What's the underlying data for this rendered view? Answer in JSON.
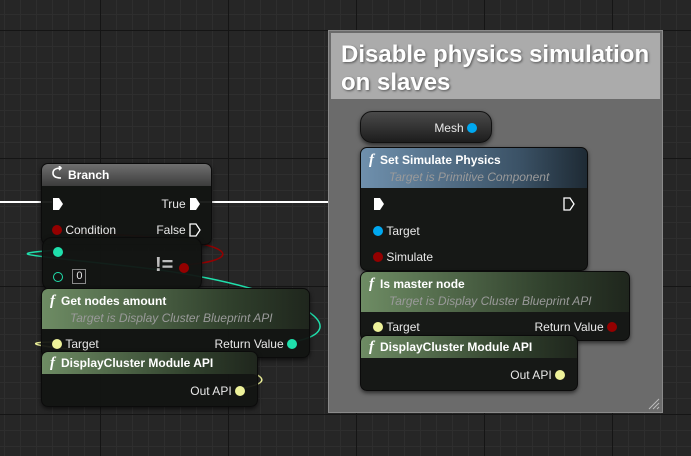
{
  "comment": {
    "title": "Disable physics simulation on slaves"
  },
  "nodes": {
    "branch": {
      "title": "Branch",
      "true_label": "True",
      "condition_label": "Condition",
      "false_label": "False"
    },
    "not_equal": {
      "value": "0",
      "operator": "!="
    },
    "get_nodes_amount": {
      "title": "Get nodes amount",
      "subtitle": "Target is Display Cluster Blueprint API",
      "target_label": "Target",
      "return_label": "Return Value"
    },
    "module_api_left": {
      "title": "DisplayCluster Module API",
      "out_label": "Out API"
    },
    "mesh": {
      "label": "Mesh"
    },
    "set_simulate_physics": {
      "title": "Set Simulate Physics",
      "subtitle": "Target is Primitive Component",
      "target_label": "Target",
      "simulate_label": "Simulate"
    },
    "is_master_node": {
      "title": "Is master node",
      "subtitle": "Target is Display Cluster Blueprint API",
      "target_label": "Target",
      "return_label": "Return Value"
    },
    "module_api_right": {
      "title": "DisplayCluster Module API",
      "out_label": "Out API"
    }
  },
  "colors": {
    "exec": "#ffffff",
    "bool": "#940000",
    "int": "#1fe0ac",
    "object": "#00a8f0",
    "interface": "#eef29a"
  },
  "icons": [
    "branch-icon",
    "function-icon",
    "exec-pin-icon",
    "resize-grip-icon"
  ]
}
